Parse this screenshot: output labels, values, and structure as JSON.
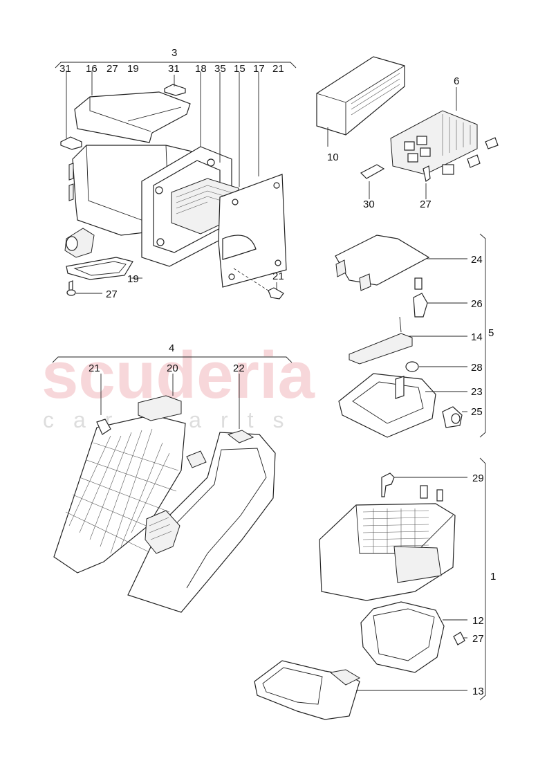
{
  "watermark": {
    "brand": "scuderia",
    "sub": "car parts"
  },
  "callouts": {
    "g3": "3",
    "g4": "4",
    "g5": "5",
    "g1": "1",
    "c31a": "31",
    "c16": "16",
    "c27a": "27",
    "c19a": "19",
    "c31b": "31",
    "c18": "18",
    "c35": "35",
    "c15": "15",
    "c17": "17",
    "c21a": "21",
    "c19b": "19",
    "c27b": "27",
    "c21b": "21",
    "c10": "10",
    "c6": "6",
    "c30": "30",
    "c27c": "27",
    "c24": "24",
    "c26": "26",
    "c14": "14",
    "c28": "28",
    "c23": "23",
    "c25": "25",
    "c21c": "21",
    "c20": "20",
    "c22": "22",
    "c29": "29",
    "c12": "12",
    "c27d": "27",
    "c13": "13"
  }
}
